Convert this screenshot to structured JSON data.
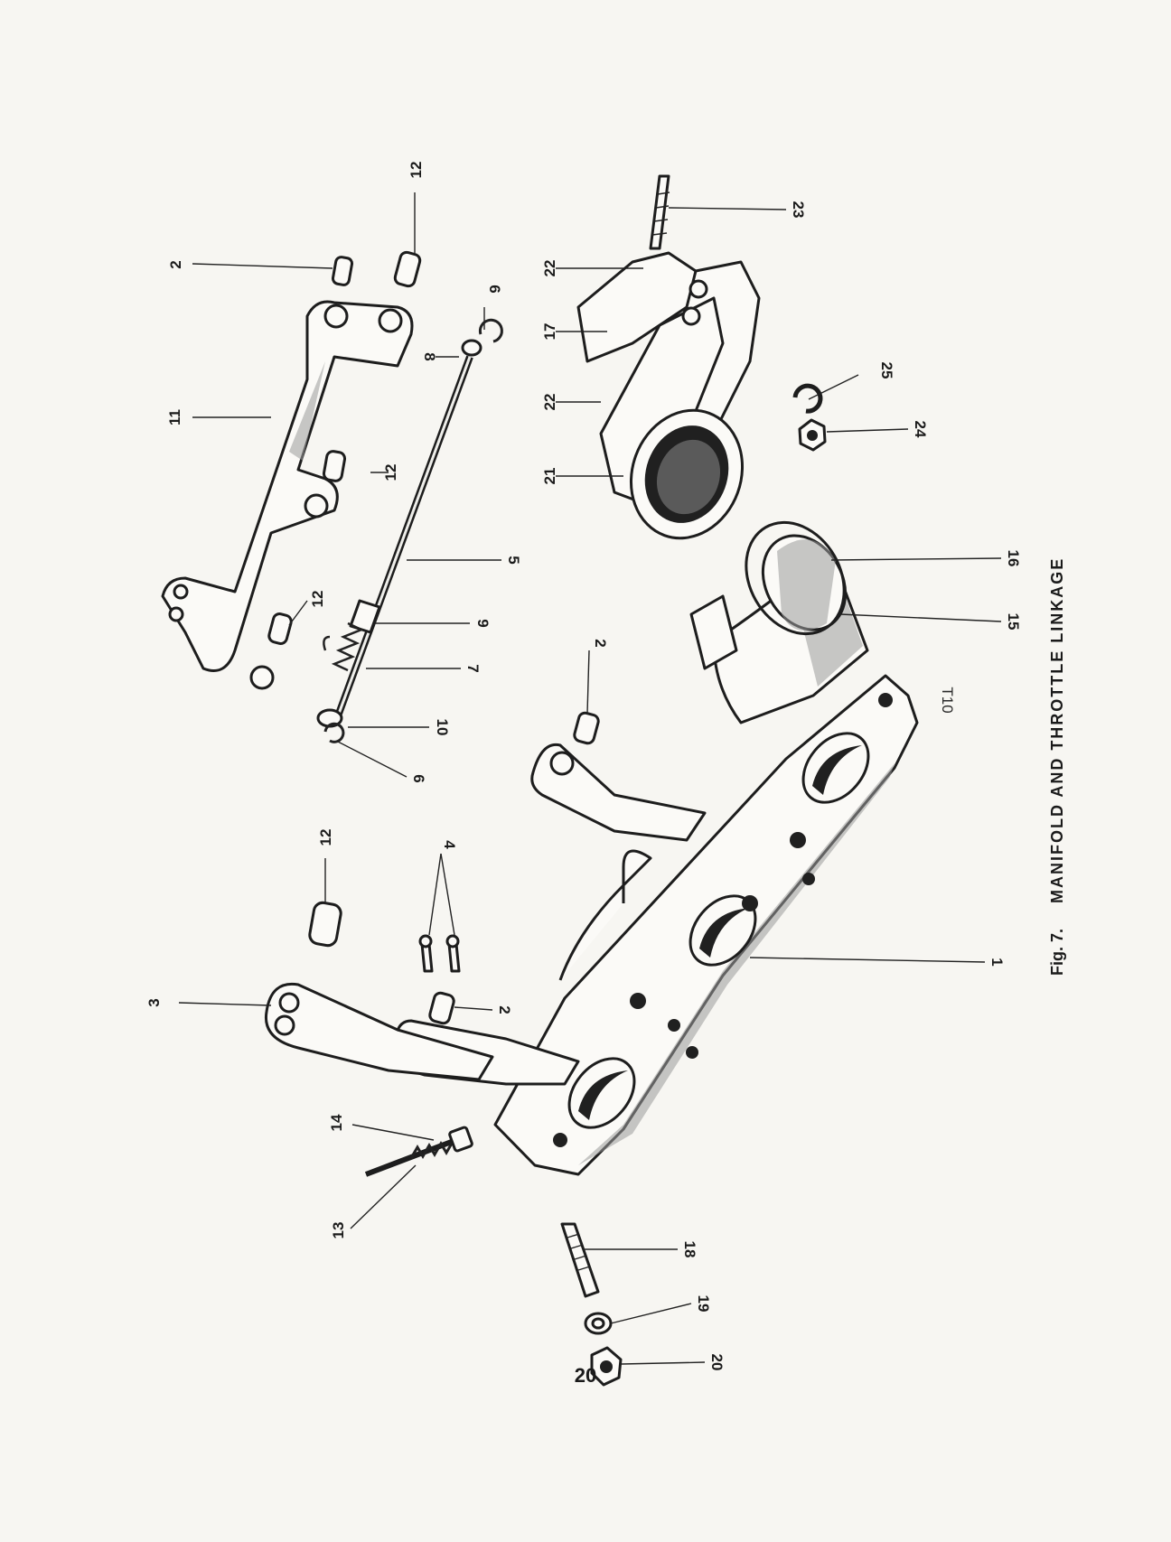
{
  "caption": {
    "figure_number": "Fig. 7.",
    "title": "MANIFOLD AND THROTTLE LINKAGE"
  },
  "casting_mark": "T10",
  "page_number": "20",
  "callouts": {
    "c1": "1",
    "c2a": "2",
    "c2b": "2",
    "c2c": "2",
    "c3": "3",
    "c4": "4",
    "c5": "5",
    "c6a": "6",
    "c6b": "6",
    "c7": "7",
    "c8": "8",
    "c9": "9",
    "c10": "10",
    "c11": "11",
    "c12a": "12",
    "c12b": "12",
    "c12c": "12",
    "c12d": "12",
    "c13": "13",
    "c14": "14",
    "c15": "15",
    "c16": "16",
    "c17": "17",
    "c18": "18",
    "c19": "19",
    "c20": "20",
    "c21": "21",
    "c22a": "22",
    "c22b": "22",
    "c23": "23",
    "c24": "24",
    "c25": "25"
  }
}
